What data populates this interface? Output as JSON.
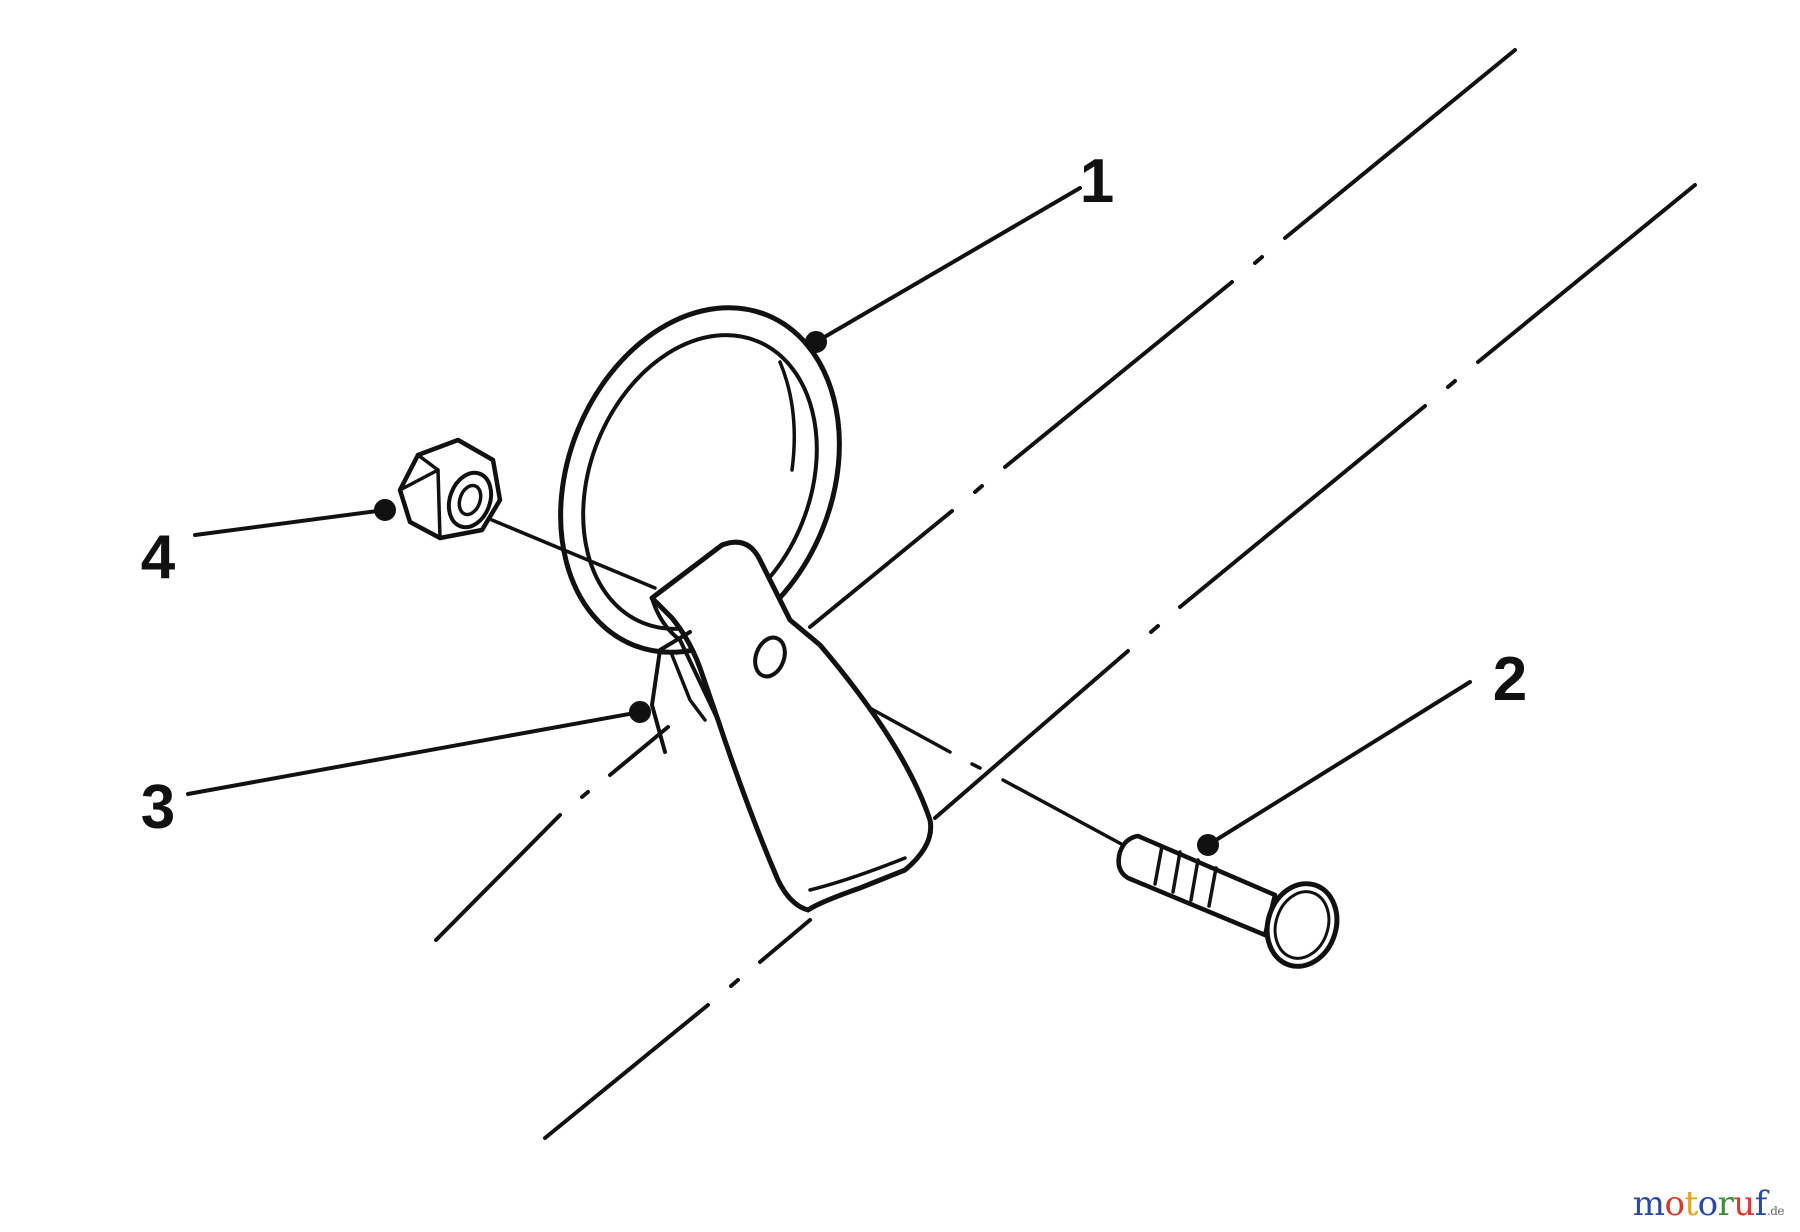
{
  "callouts": {
    "c1": "1",
    "c2": "2",
    "c3": "3",
    "c4": "4"
  },
  "watermark": {
    "letters": [
      "m",
      "o",
      "t",
      "o",
      "r",
      "u",
      "f"
    ],
    "letter_colors": [
      "#2b4aa8",
      "#d63b2e",
      "#e6a21d",
      "#2b4aa8",
      "#3a8f3a",
      "#d63b2e",
      "#2b4aa8"
    ],
    "suffix": ".de"
  },
  "colors": {
    "line": "#111111",
    "background": "#ffffff"
  }
}
